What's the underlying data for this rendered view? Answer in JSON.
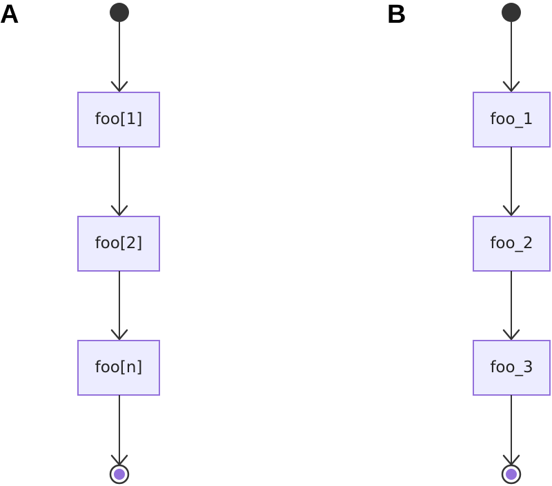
{
  "colors": {
    "node_fill": "#ECECFF",
    "node_stroke": "#9370DB",
    "edge": "#333333",
    "start_dot": "#333333",
    "end_inner": "#9370DB",
    "end_ring": "#333333"
  },
  "panels": [
    {
      "letter": "A",
      "states": [
        {
          "label": "foo[1]"
        },
        {
          "label": "foo[2]"
        },
        {
          "label": "foo[n]"
        }
      ]
    },
    {
      "letter": "B",
      "states": [
        {
          "label": "foo_1"
        },
        {
          "label": "foo_2"
        },
        {
          "label": "foo_3"
        }
      ]
    }
  ]
}
